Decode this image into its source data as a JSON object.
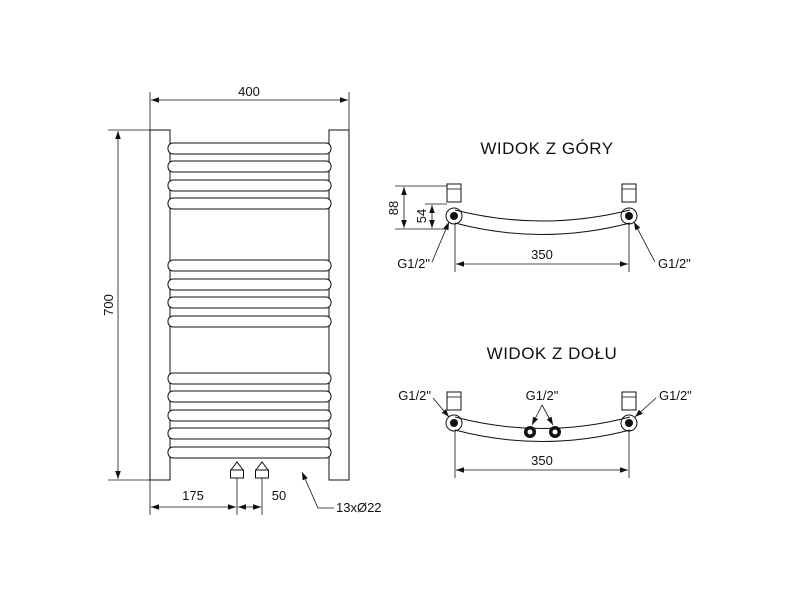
{
  "front_view": {
    "width_label": "400",
    "height_label": "700",
    "offset_label": "175",
    "spacing_label": "50",
    "tube_label": "13xØ22"
  },
  "top_view": {
    "title": "WIDOK Z GÓRY",
    "depth_label": "88",
    "pipe_depth_label": "54",
    "center_label": "350",
    "left_connection": "G1/2\"",
    "right_connection": "G1/2\""
  },
  "bottom_view": {
    "title": "WIDOK Z DOŁU",
    "center_label": "350",
    "left_connection": "G1/2\"",
    "middle_connection": "G1/2\"",
    "right_connection": "G1/2\""
  }
}
